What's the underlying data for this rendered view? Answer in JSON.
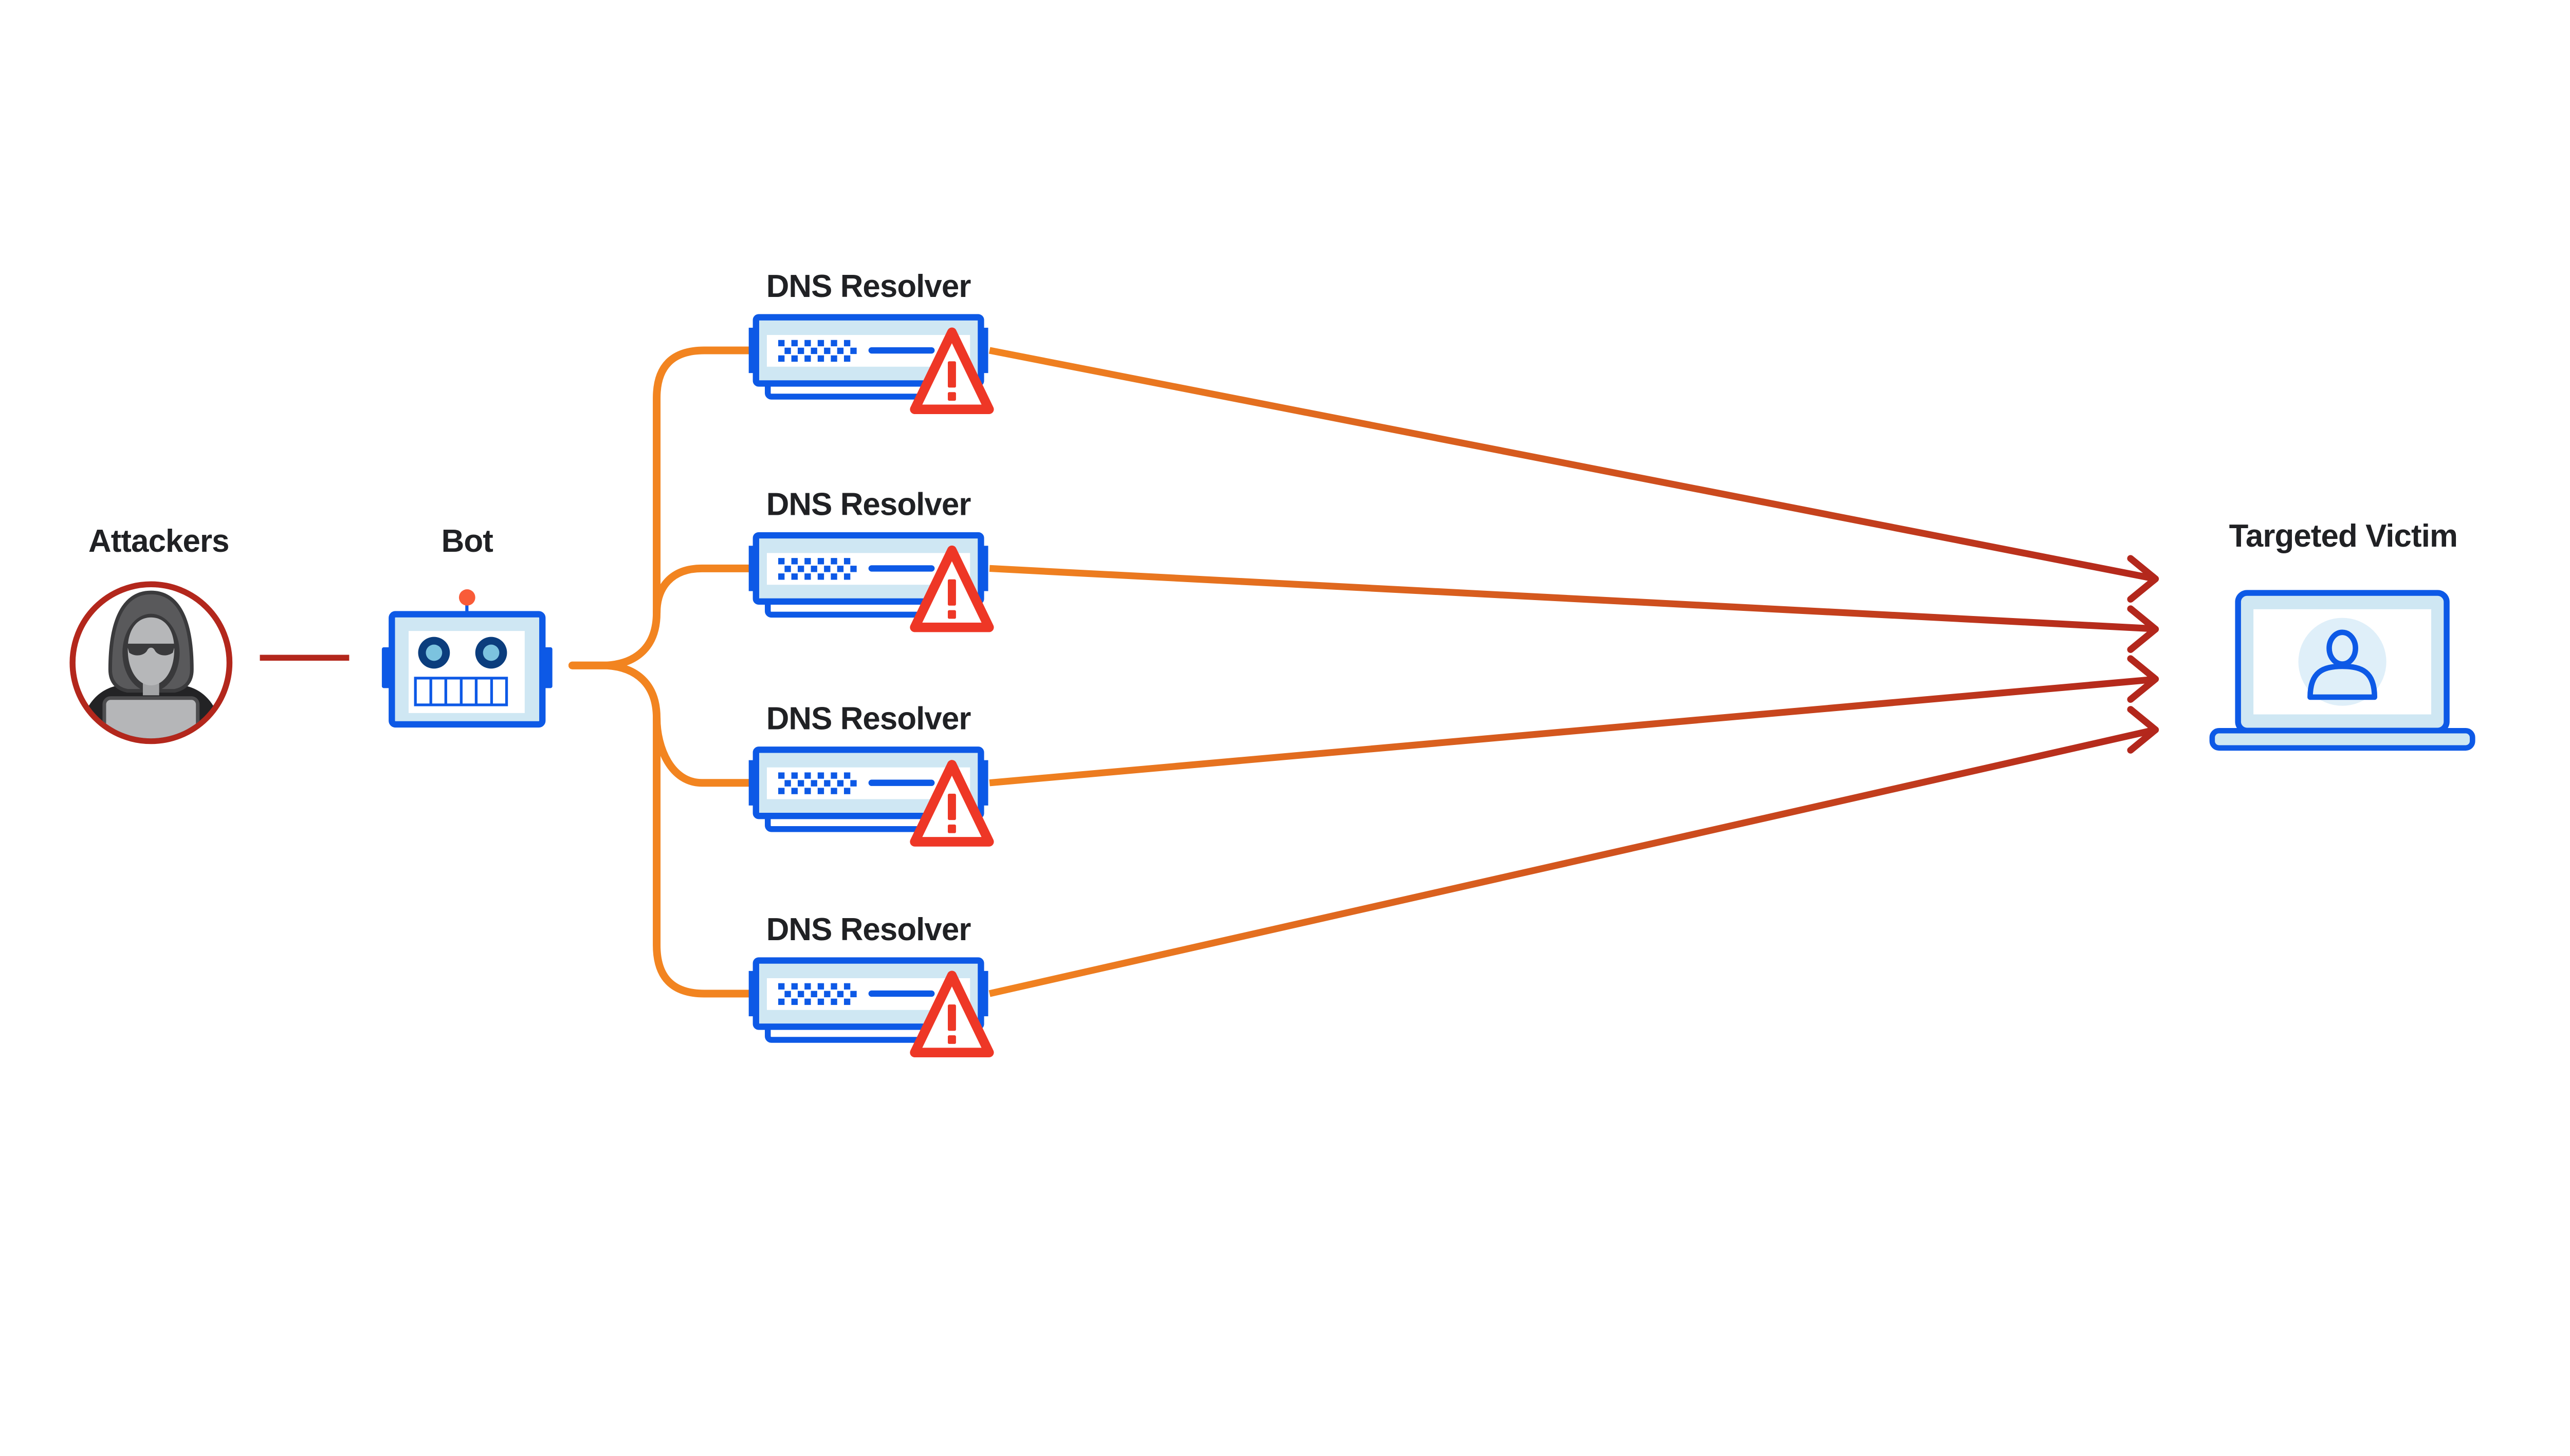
{
  "diagram": {
    "kind": "ddos-dns-amplification-attack-flow",
    "background_color": "#ffffff",
    "nodes": {
      "attackers": {
        "label": "Attackers",
        "icon": "hooded-attacker-icon",
        "ring_color": "#B3271C"
      },
      "bot": {
        "label": "Bot",
        "icon": "robot-icon",
        "antenna_color": "#F95B38"
      },
      "resolvers": [
        {
          "label": "DNS Resolver",
          "icon": "dns-server-icon",
          "status_icon": "warning-triangle-icon"
        },
        {
          "label": "DNS Resolver",
          "icon": "dns-server-icon",
          "status_icon": "warning-triangle-icon"
        },
        {
          "label": "DNS Resolver",
          "icon": "dns-server-icon",
          "status_icon": "warning-triangle-icon"
        },
        {
          "label": "DNS Resolver",
          "icon": "dns-server-icon",
          "status_icon": "warning-triangle-icon"
        }
      ],
      "victim": {
        "label": "Targeted Victim",
        "icon": "laptop-user-icon"
      }
    },
    "edges": [
      {
        "from": "attackers",
        "to": "bot",
        "style": "straight",
        "color": "#B3271C",
        "arrow": false
      },
      {
        "from": "bot",
        "to": "dns-resolver-1",
        "style": "curved",
        "color": "#F28420",
        "arrow": false
      },
      {
        "from": "bot",
        "to": "dns-resolver-2",
        "style": "curved",
        "color": "#F28420",
        "arrow": false
      },
      {
        "from": "bot",
        "to": "dns-resolver-3",
        "style": "curved",
        "color": "#F28420",
        "arrow": false
      },
      {
        "from": "bot",
        "to": "dns-resolver-4",
        "style": "curved",
        "color": "#F28420",
        "arrow": false
      },
      {
        "from": "dns-resolver-1",
        "to": "victim",
        "style": "straight",
        "gradient": [
          "#F28420",
          "#B3271C"
        ],
        "arrow": true
      },
      {
        "from": "dns-resolver-2",
        "to": "victim",
        "style": "straight",
        "gradient": [
          "#F28420",
          "#B3271C"
        ],
        "arrow": true
      },
      {
        "from": "dns-resolver-3",
        "to": "victim",
        "style": "straight",
        "gradient": [
          "#F28420",
          "#B3271C"
        ],
        "arrow": true
      },
      {
        "from": "dns-resolver-4",
        "to": "victim",
        "style": "straight",
        "gradient": [
          "#F28420",
          "#B3271C"
        ],
        "arrow": true
      }
    ],
    "colors": {
      "accent_blue": "#0D59E6",
      "navy": "#0B3D7D",
      "sky": "#7CC3DF",
      "light_blue": "#CFE7F3",
      "pale_blue": "#DFEFF9",
      "orange": "#F28420",
      "dark_red": "#B3271C",
      "warning_red": "#EE3726",
      "antenna_orange": "#F95B38",
      "label_text": "#202124"
    }
  }
}
